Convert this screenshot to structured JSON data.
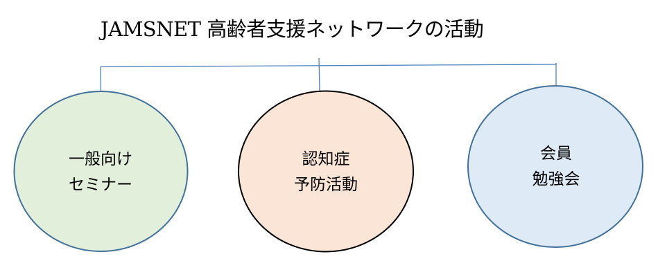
{
  "title": "JAMSNET 高齢者支援ネットワークの活動",
  "colors": {
    "connector": "#4f81bd",
    "node_green_fill": "#e2efda",
    "node_green_stroke": "#41719c",
    "node_orange_fill": "#fbe5d6",
    "node_orange_stroke": "#000000",
    "node_blue_fill": "#deebf7",
    "node_blue_stroke": "#41719c"
  },
  "nodes": [
    {
      "id": "seminar",
      "line1": "一般向け",
      "line2": "セミナー"
    },
    {
      "id": "dementia",
      "line1": "認知症",
      "line2": "予防活動"
    },
    {
      "id": "study",
      "line1": "会員",
      "line2": "勉強会"
    }
  ]
}
